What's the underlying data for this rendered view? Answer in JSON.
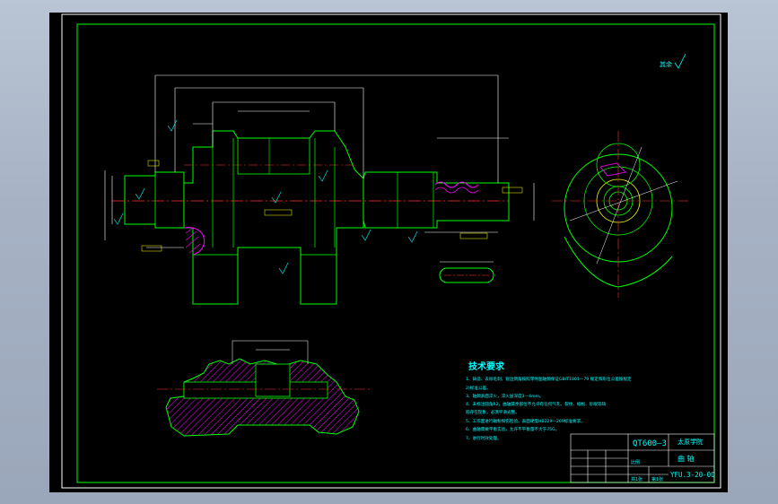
{
  "drawing": {
    "technical_requirements": {
      "title": "技术要求",
      "items": [
        "1、铸造、去除毛刺，锐边倒角按照零件图轴颈保证GB/T1801—79 规定和形位公差按规定",
        "2)标准公差。",
        "3、轴颈表面淬火，淬火层深度3—4mm。",
        "4、未标注圆角R2，曲轴其余部位不允许有任何气孔、裂纹、缩松、砂眼等缺",
        "陷存在现象，必须平滑光整。",
        "5、工作面进行磁粉探伤检验，表面硬度HB229—269标准要求。",
        "6、曲轴需做平衡实验，允许不平衡量不大于75G。",
        "7、进行时效处理。"
      ]
    },
    "title_block": {
      "material": "QT600—3",
      "school": "太原学院",
      "part_name": "曲    轴",
      "drawing_number": "YFU.3-20-00",
      "scale_label": "比例",
      "sheet_label": "共1张",
      "sheet_no": "第1张"
    },
    "roughness_note": "其余"
  }
}
